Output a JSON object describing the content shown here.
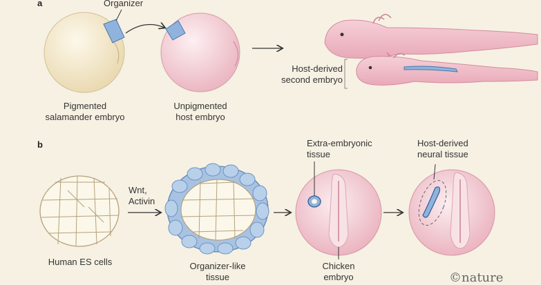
{
  "panel_a": {
    "letter": "a",
    "organizer_label": "Organizer",
    "pigmented_label": [
      "Pigmented",
      "salamander embryo"
    ],
    "unpigmented_label": [
      "Unpigmented",
      "host embryo"
    ],
    "second_embryo_label": [
      "Host-derived",
      "second embryo"
    ]
  },
  "panel_b": {
    "letter": "b",
    "es_cells_label": "Human ES cells",
    "treatment_label": [
      "Wnt,",
      "Activin"
    ],
    "organizer_like_label": [
      "Organizer-like",
      "tissue"
    ],
    "extra_embryonic_label": [
      "Extra-embryonic",
      "tissue"
    ],
    "chicken_label": [
      "Chicken",
      "embryo"
    ],
    "neural_label": [
      "Host-derived",
      "neural tissue"
    ]
  },
  "logo": "©nature",
  "colors": {
    "background": "#f6f1e3",
    "organizer_blue": "#8fb3dc",
    "pigmented_egg": "#f1e4c2",
    "host_egg": "#f5cfd6",
    "tadpole": "#f0c0ca",
    "cell_fill": "#fbf7ea"
  }
}
